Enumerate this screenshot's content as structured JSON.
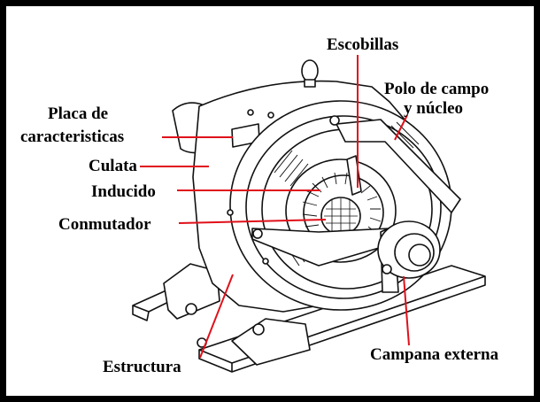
{
  "labels": {
    "escobillas": "Escobillas",
    "polo_line1": "Polo de campo",
    "polo_line2": "y núcleo",
    "placa_line1": "Placa de",
    "placa_line2": "caracteristicas",
    "culata": "Culata",
    "inducido": "Inducido",
    "conmutador": "Conmutador",
    "estructura": "Estructura",
    "campana": "Campana externa"
  },
  "colors": {
    "leader": "#e0101a",
    "border": "#000000",
    "ink": "#111111"
  }
}
